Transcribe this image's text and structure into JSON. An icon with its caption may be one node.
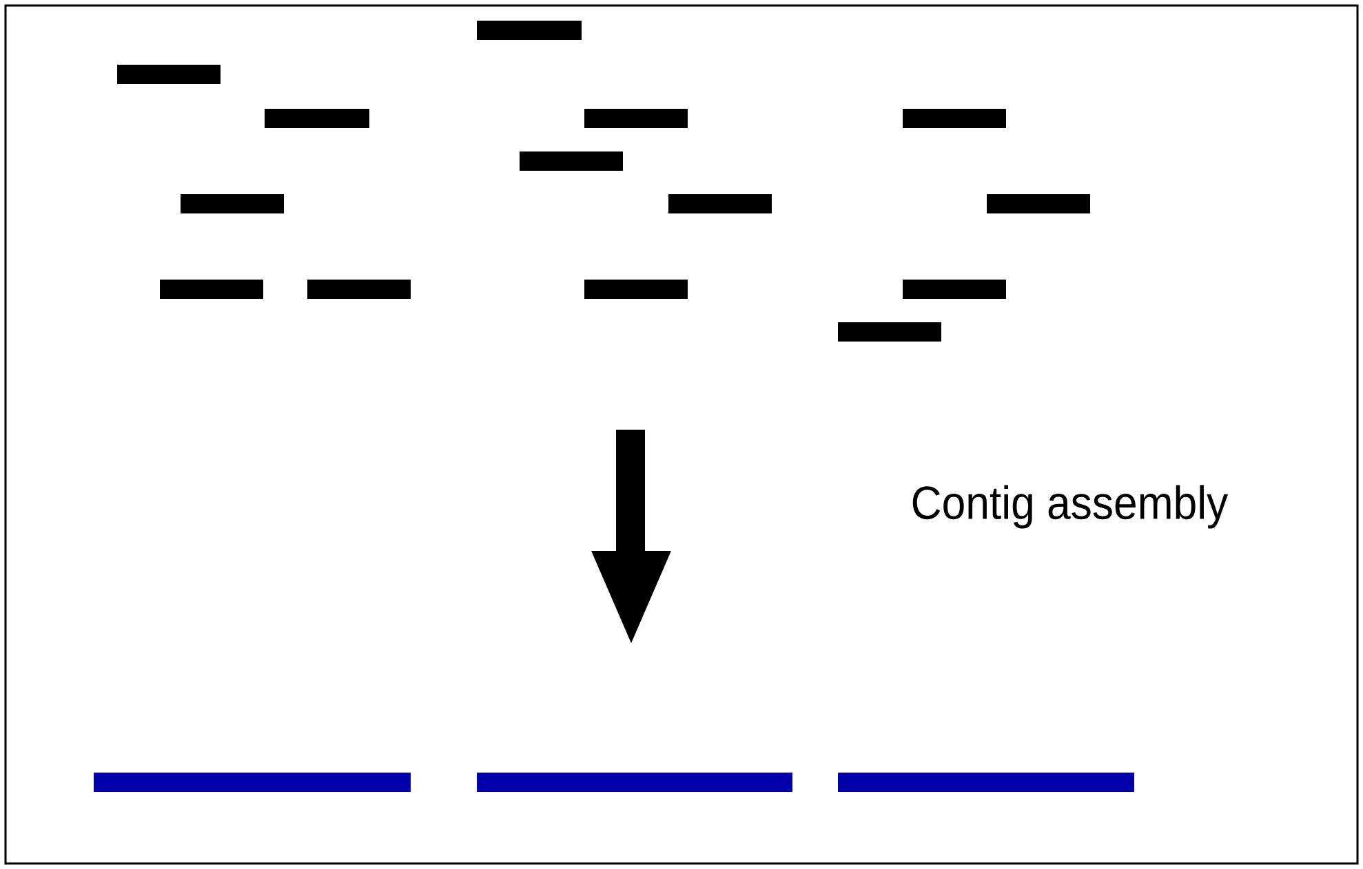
{
  "diagram": {
    "nodes": [
      {
        "text": [],
        "shape": "bar"
      },
      {
        "text": [],
        "shape": "bar"
      },
      {
        "text": [],
        "shape": "bar"
      },
      {
        "text": [],
        "shape": "bar"
      },
      {
        "text": [],
        "shape": "bar"
      },
      {
        "text": [],
        "shape": "bar"
      },
      {
        "text": [],
        "shape": "bar"
      },
      {
        "text": [],
        "shape": "bar"
      },
      {
        "text": [],
        "shape": "bar"
      },
      {
        "text": [],
        "shape": "bar"
      },
      {
        "text": [],
        "shape": "bar"
      },
      {
        "text": [],
        "shape": "bar"
      },
      {
        "text": [],
        "shape": "bar"
      },
      {
        "text": [],
        "shape": "bar"
      },
      {
        "text": [],
        "shape": "bar"
      },
      {
        "text": [],
        "shape": "bar"
      },
      {
        "text": [],
        "shape": "bar"
      }
    ],
    "labels": [
      "Contig assembly"
    ]
  }
}
